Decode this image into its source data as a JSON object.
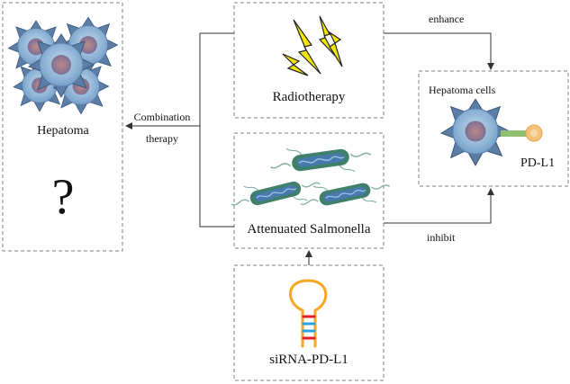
{
  "diagram": {
    "boxes": {
      "hepatoma": {
        "title": "Hepatoma",
        "question": "?"
      },
      "radiotherapy": {
        "title": "Radiotherapy"
      },
      "salmonella": {
        "title": "Attenuated Salmonella"
      },
      "sirna": {
        "title": "siRNA-PD-L1"
      },
      "hepatoma_cells": {
        "title": "Hepatoma cells",
        "marker": "PD-L1"
      }
    },
    "edges": {
      "combination_line1": "Combination",
      "combination_line2": "therapy",
      "enhance": "enhance",
      "inhibit": "inhibit"
    },
    "colors": {
      "box_border": "#7f7f7f",
      "cell_fill": "#8fb3d6",
      "cell_nucleus": "#7a6c95",
      "lightning": "#f2e600",
      "bacteria": "#4f8d7a",
      "rna_stem": "#f5a623",
      "pd_l1_stalk": "#8fbf6f",
      "pd_l1_head": "#f4c27a"
    },
    "icons": [
      "cell-cluster-icon",
      "lightning-icon",
      "bacteria-icon",
      "cell-icon",
      "sirna-hairpin-icon"
    ]
  }
}
